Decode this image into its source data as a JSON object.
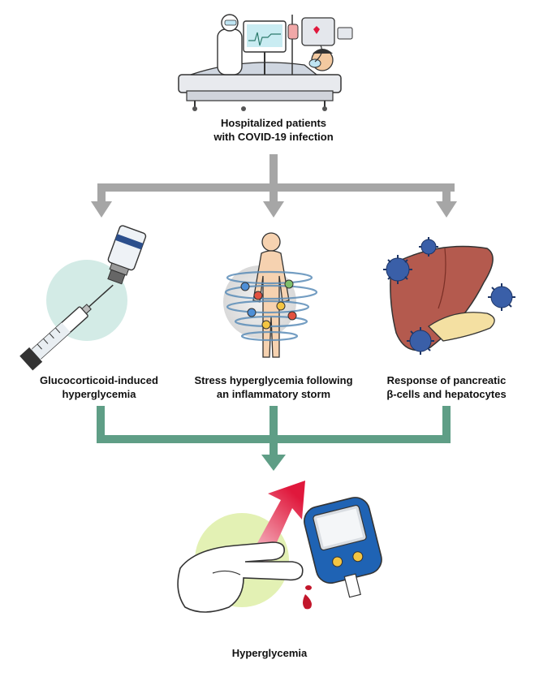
{
  "top": {
    "line1": "Hospitalized patients",
    "line2": "with COVID-19 infection"
  },
  "causes": [
    {
      "line1": "Glucocorticoid-induced",
      "line2": "hyperglycemia"
    },
    {
      "line1": "Stress hyperglycemia following",
      "line2": "an inflammatory storm"
    },
    {
      "line1": "Response of pancreatic",
      "line2": "β-cells and hepatocytes"
    }
  ],
  "outcome": {
    "label": "Hyperglycemia"
  },
  "colors": {
    "gray_arrow": "#a6a6a6",
    "green_connector": "#5f9e86",
    "blood_red": "#c2162b",
    "meter_blue": "#1f63b4",
    "virus_blue": "#3a5fa8",
    "liver": "#b45a4e"
  }
}
